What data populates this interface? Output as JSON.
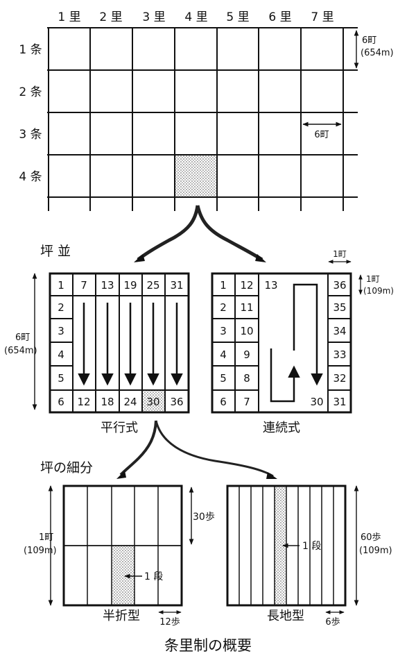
{
  "colors": {
    "ink": "#111111",
    "shade": "#bdbdbd",
    "paper": "#ffffff"
  },
  "grid": {
    "columns": [
      "1 里",
      "2 里",
      "3 里",
      "4 里",
      "5 里",
      "6 里",
      "7 里"
    ],
    "rows": [
      "1 条",
      "2 条",
      "3 条",
      "4 条"
    ],
    "size_label_top": "6町",
    "size_label_bottom": "(654m)",
    "width_label": "6町",
    "highlight_cell": {
      "column": 4,
      "row": 4
    }
  },
  "tsubonami": {
    "title": "坪 並",
    "height_label_top": "6町",
    "height_label_bottom": "(654m)",
    "unit_width_label": "1町",
    "unit_height_label_top": "1町",
    "unit_height_label_bottom": "(109m)",
    "parallel": {
      "name": "平行式",
      "top_row": [
        "1",
        "7",
        "13",
        "19",
        "25",
        "31"
      ],
      "left_col": [
        "1",
        "2",
        "3",
        "4",
        "5",
        "6"
      ],
      "bottom_row": [
        "6",
        "12",
        "18",
        "24",
        "30",
        "36"
      ],
      "highlight": "30"
    },
    "continuous": {
      "name": "連続式",
      "col1": [
        "1",
        "2",
        "3",
        "4",
        "5",
        "6"
      ],
      "col2": [
        "12",
        "11",
        "10",
        "9",
        "8",
        "7"
      ],
      "top_third": "13",
      "last_col": [
        "36",
        "35",
        "34",
        "33",
        "32",
        "31"
      ],
      "bottom_fifth": "30"
    }
  },
  "subdivision": {
    "title": "坪の細分",
    "hanori": {
      "name": "半折型",
      "strip_width_label": "12歩",
      "half_height_label": "30歩",
      "tan_label": "1 段",
      "side_label_top": "1町",
      "side_label_bottom": "(109m)"
    },
    "nagachi": {
      "name": "長地型",
      "strip_width_label": "6歩",
      "tan_label": "1 段",
      "side_label_top": "60歩",
      "side_label_bottom": "(109m)"
    }
  },
  "caption": "条里制の概要"
}
